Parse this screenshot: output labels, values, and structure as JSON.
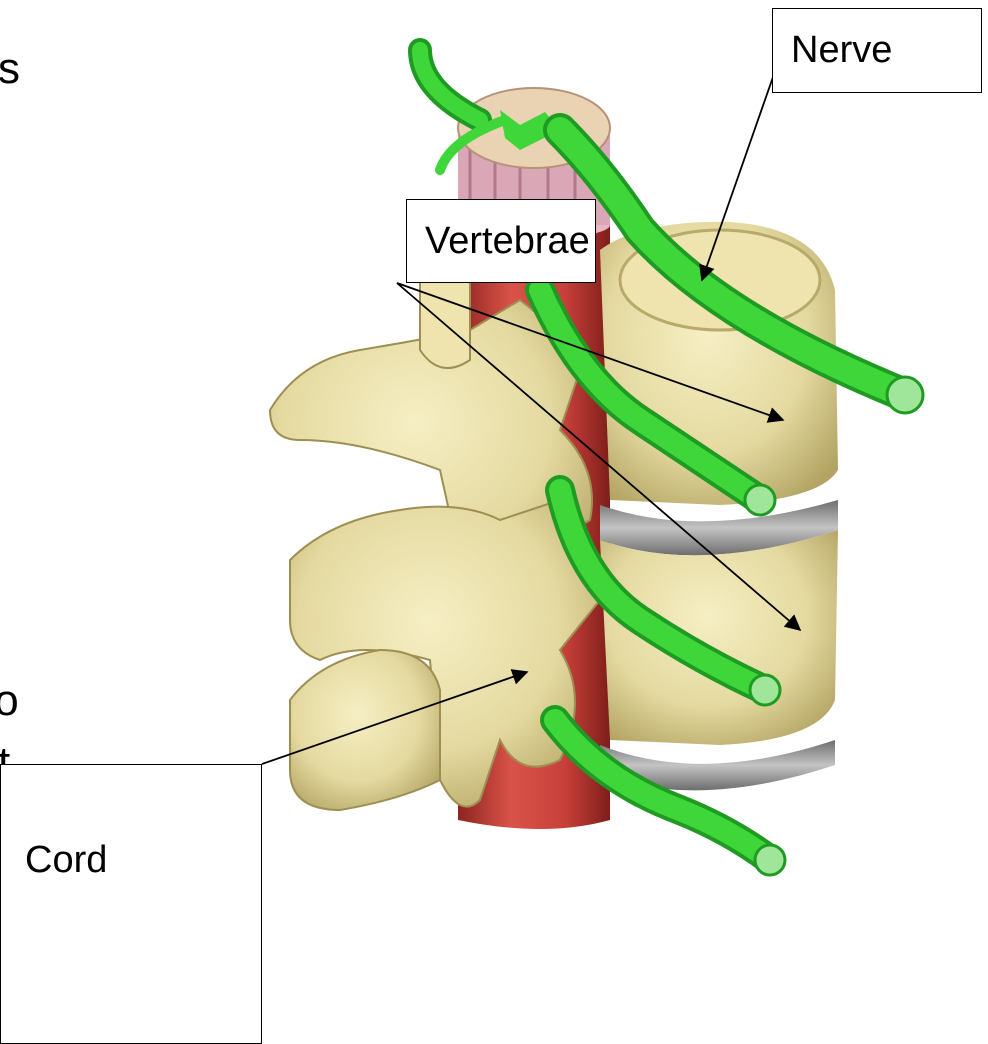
{
  "labels": {
    "nerve": "Nerve",
    "vertebrae": "Vertebrae",
    "cord": "Cord"
  },
  "cropped_text": {
    "line1": "s",
    "line2": "to",
    "line3": "t"
  },
  "colors": {
    "nerve": "#3fd63a",
    "nerve_dark": "#1f9a22",
    "bone": "#e8dfa8",
    "bone_shadow": "#b8aa6a",
    "cord": "#c8403a",
    "cord_dark": "#8e2420",
    "disc": "#9a9a9a"
  }
}
